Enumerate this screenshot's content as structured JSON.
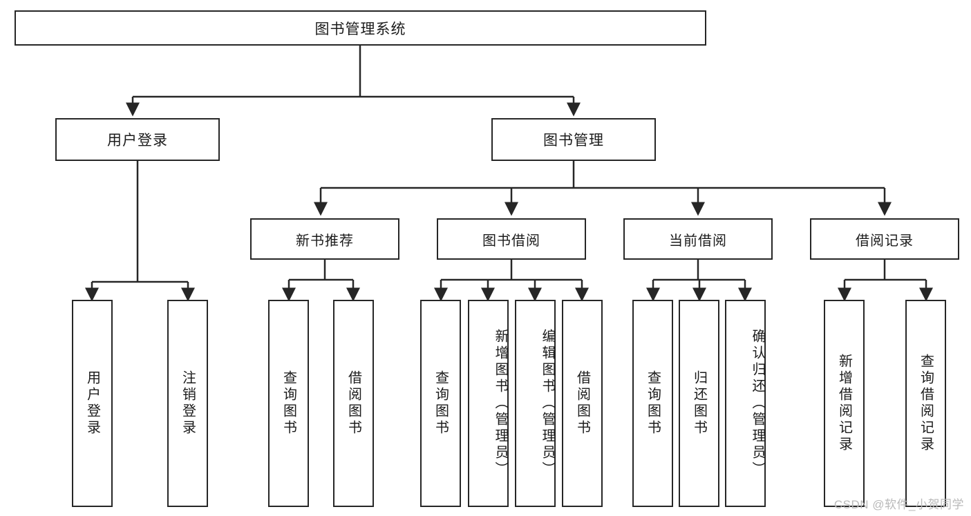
{
  "diagram": {
    "title": "图书管理系统",
    "type": "hierarchy-tree",
    "watermark": "CSDN @软件_小贺同学",
    "colors": {
      "box_border": "#262626",
      "box_fill": "#ffffff",
      "edge": "#262626",
      "text": "#1b1b1b",
      "watermark": "#b9b9b9"
    },
    "levels": {
      "root": {
        "label": "图书管理系统"
      },
      "level2": [
        {
          "label": "用户登录"
        },
        {
          "label": "图书管理"
        }
      ],
      "level3": [
        {
          "label": "新书推荐"
        },
        {
          "label": "图书借阅"
        },
        {
          "label": "当前借阅"
        },
        {
          "label": "借阅记录"
        }
      ],
      "leaves": [
        {
          "label": "用户登录",
          "parent": "用户登录"
        },
        {
          "label": "注销登录",
          "parent": "用户登录"
        },
        {
          "label": "查询图书",
          "parent": "新书推荐"
        },
        {
          "label": "借阅图书",
          "parent": "新书推荐"
        },
        {
          "label": "查询图书",
          "parent": "图书借阅"
        },
        {
          "label": "新增图书（管理员）",
          "parent": "图书借阅"
        },
        {
          "label": "编辑图书（管理员）",
          "parent": "图书借阅"
        },
        {
          "label": "借阅图书",
          "parent": "图书借阅"
        },
        {
          "label": "查询图书",
          "parent": "当前借阅"
        },
        {
          "label": "归还图书",
          "parent": "当前借阅"
        },
        {
          "label": "确认归还（管理员）",
          "parent": "当前借阅"
        },
        {
          "label": "新增借阅记录",
          "parent": "借阅记录"
        },
        {
          "label": "查询借阅记录",
          "parent": "借阅记录"
        }
      ]
    }
  }
}
